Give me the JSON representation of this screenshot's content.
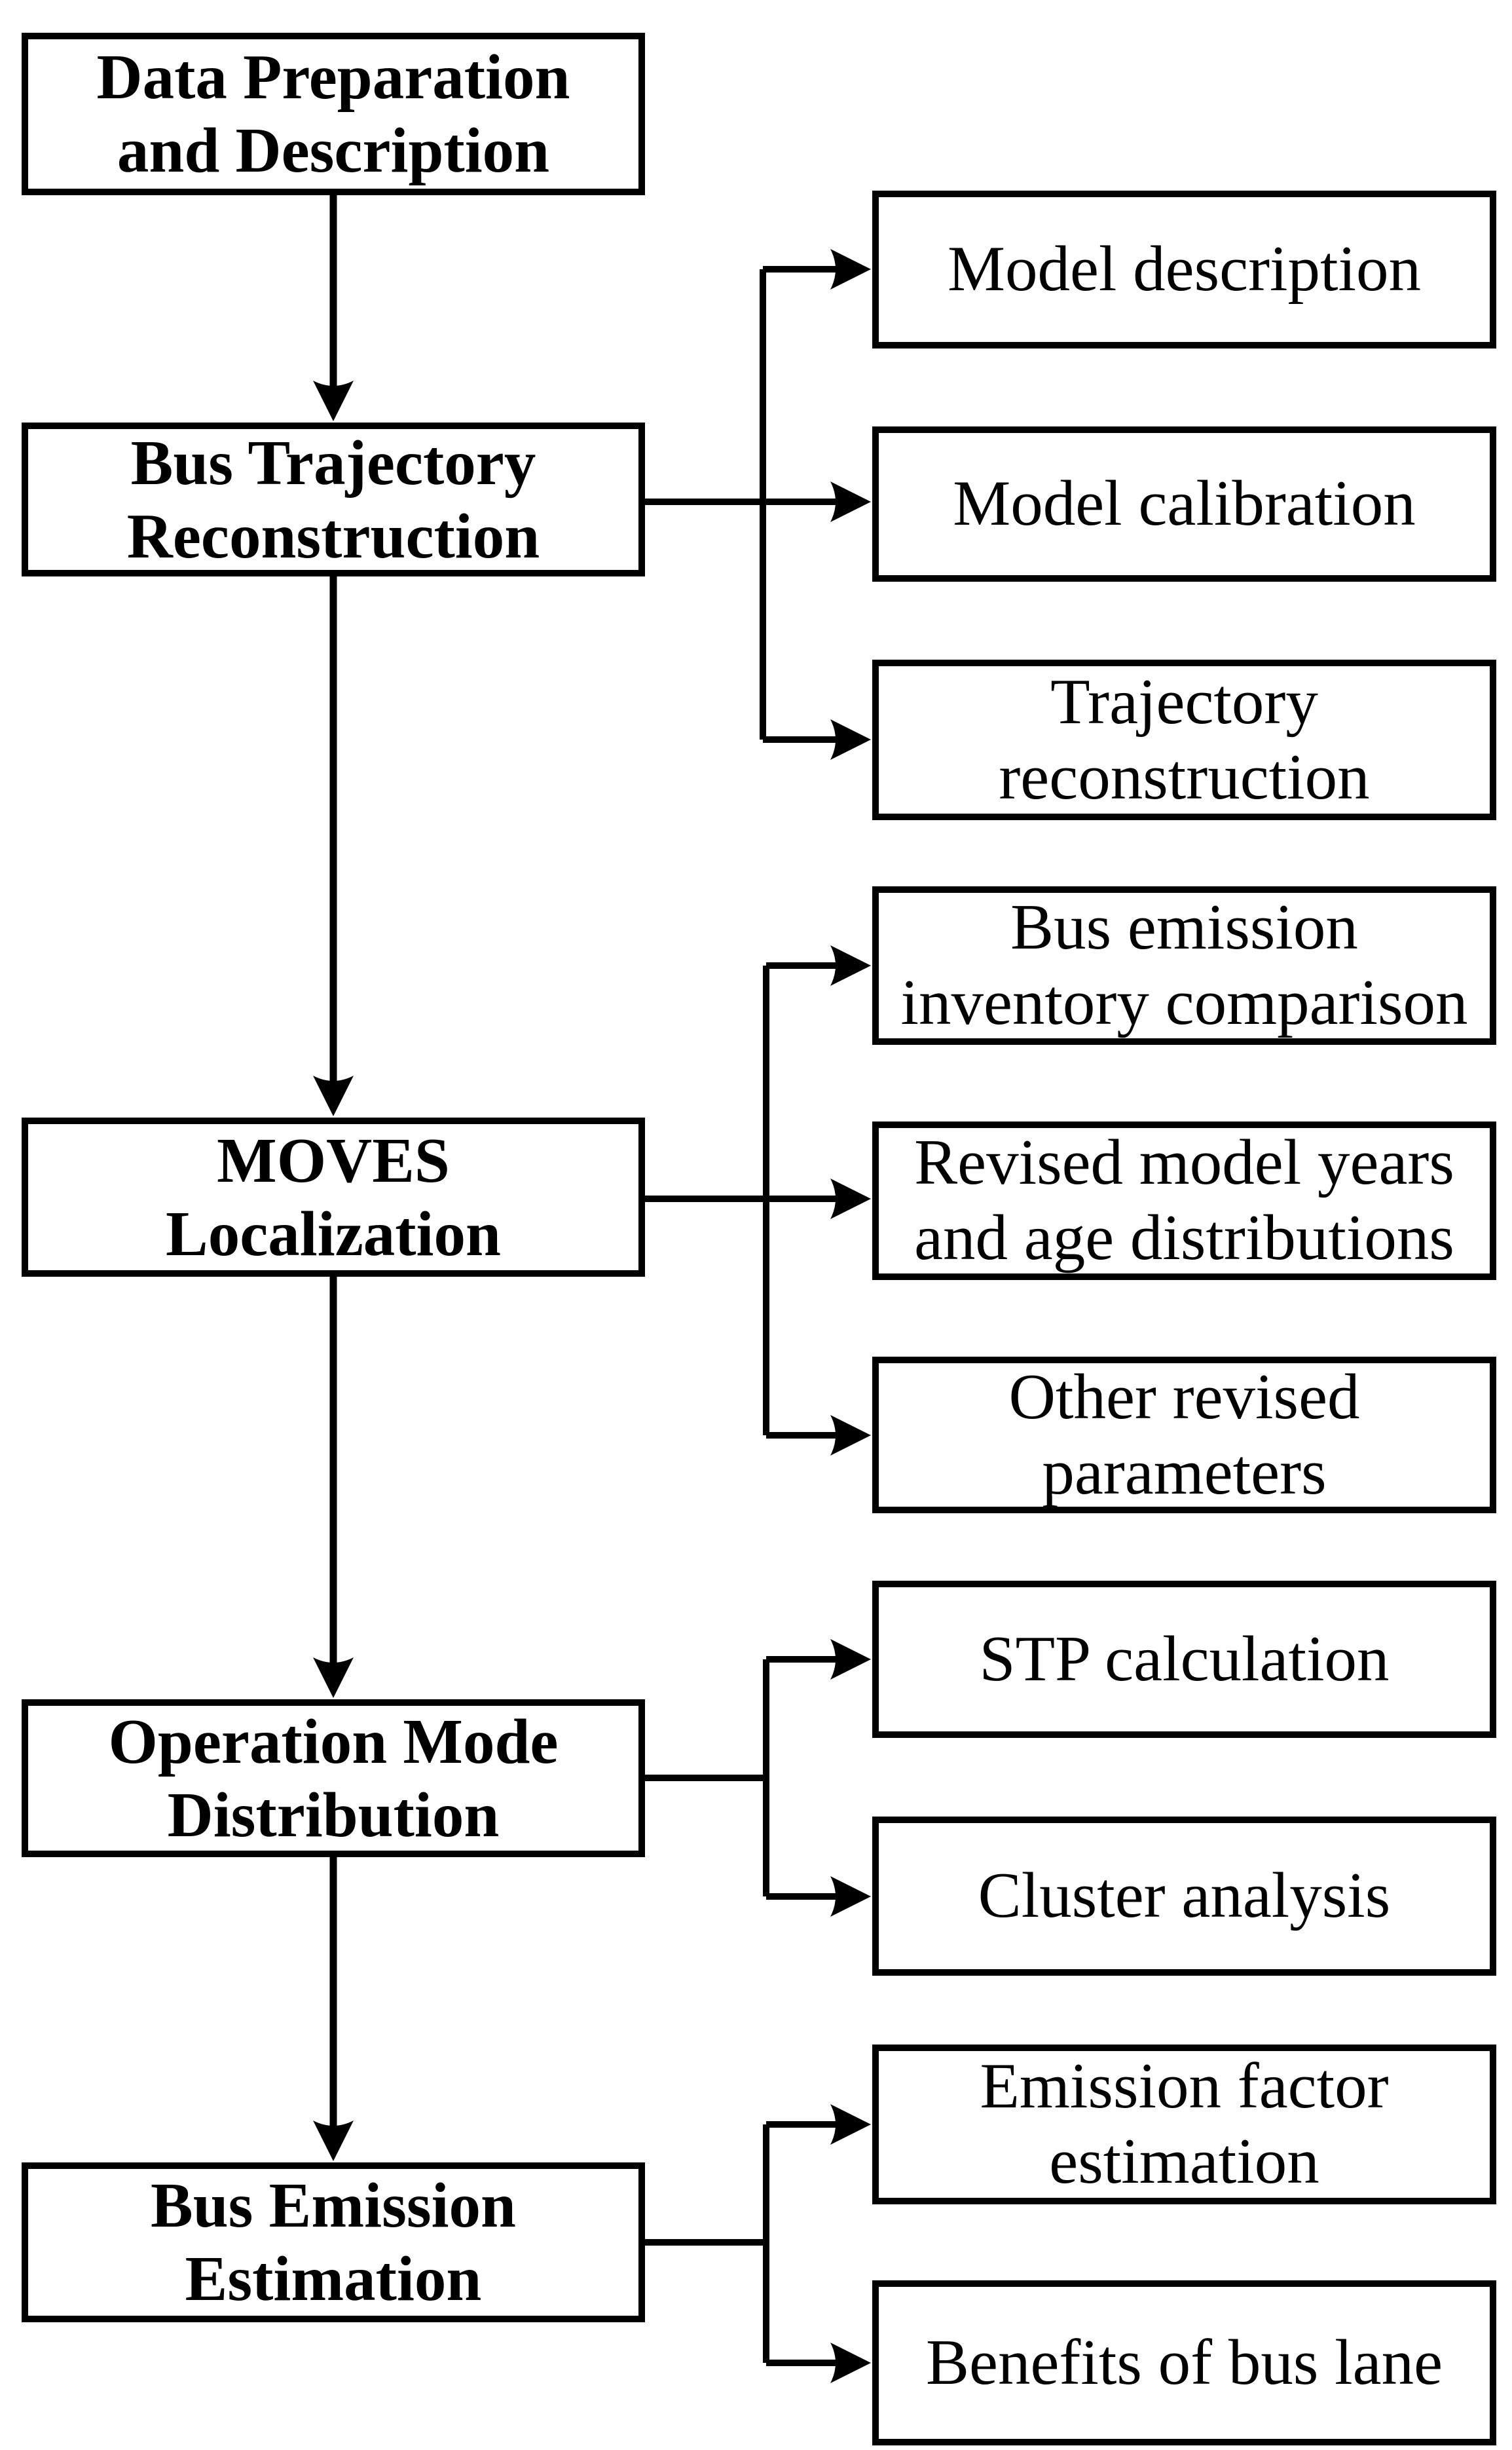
{
  "figure": {
    "type": "flowchart",
    "background_color": "#ffffff",
    "line_color": "#000000",
    "text_color": "#000000"
  },
  "main_flow": [
    {
      "id": "data-preparation-and-description",
      "label": "Data Preparation\nand Description"
    },
    {
      "id": "bus-trajectory-reconstruction",
      "label": "Bus Trajectory\nReconstruction"
    },
    {
      "id": "moves-localization",
      "label": "MOVES\nLocalization"
    },
    {
      "id": "operation-mode-distribution",
      "label": "Operation Mode\nDistribution"
    },
    {
      "id": "bus-emission-estimation",
      "label": "Bus Emission\nEstimation"
    }
  ],
  "sub_steps": [
    {
      "id": "model-description",
      "parent": "bus-trajectory-reconstruction",
      "label": "Model description"
    },
    {
      "id": "model-calibration",
      "parent": "bus-trajectory-reconstruction",
      "label": "Model calibration"
    },
    {
      "id": "trajectory-reconstruction",
      "parent": "bus-trajectory-reconstruction",
      "label": "Trajectory\nreconstruction"
    },
    {
      "id": "bus-emission-inventory-comparison",
      "parent": "moves-localization",
      "label": "Bus emission\ninventory comparison"
    },
    {
      "id": "revised-model-years-age-distributions",
      "parent": "moves-localization",
      "label": "Revised model years\nand age distributions"
    },
    {
      "id": "other-revised-parameters",
      "parent": "moves-localization",
      "label": "Other revised\nparameters"
    },
    {
      "id": "stp-calculation",
      "parent": "operation-mode-distribution",
      "label": "STP calculation"
    },
    {
      "id": "cluster-analysis",
      "parent": "operation-mode-distribution",
      "label": "Cluster analysis"
    },
    {
      "id": "emission-factor-estimation",
      "parent": "bus-emission-estimation",
      "label": "Emission factor\nestimation"
    },
    {
      "id": "benefits-of-bus-lane",
      "parent": "bus-emission-estimation",
      "label": "Benefits of bus lane"
    }
  ],
  "edges": [
    {
      "from": "data-preparation-and-description",
      "to": "bus-trajectory-reconstruction"
    },
    {
      "from": "bus-trajectory-reconstruction",
      "to": "moves-localization"
    },
    {
      "from": "moves-localization",
      "to": "operation-mode-distribution"
    },
    {
      "from": "operation-mode-distribution",
      "to": "bus-emission-estimation"
    },
    {
      "from": "bus-trajectory-reconstruction",
      "to": "model-description"
    },
    {
      "from": "bus-trajectory-reconstruction",
      "to": "model-calibration"
    },
    {
      "from": "bus-trajectory-reconstruction",
      "to": "trajectory-reconstruction"
    },
    {
      "from": "moves-localization",
      "to": "bus-emission-inventory-comparison"
    },
    {
      "from": "moves-localization",
      "to": "revised-model-years-age-distributions"
    },
    {
      "from": "moves-localization",
      "to": "other-revised-parameters"
    },
    {
      "from": "operation-mode-distribution",
      "to": "stp-calculation"
    },
    {
      "from": "operation-mode-distribution",
      "to": "cluster-analysis"
    },
    {
      "from": "bus-emission-estimation",
      "to": "emission-factor-estimation"
    },
    {
      "from": "bus-emission-estimation",
      "to": "benefits-of-bus-lane"
    }
  ]
}
